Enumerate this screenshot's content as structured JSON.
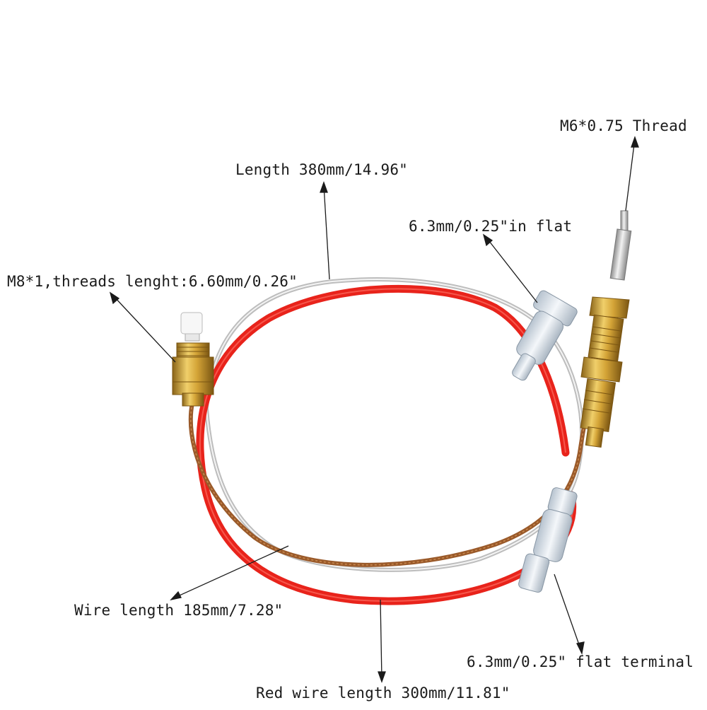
{
  "product_photo": {
    "subject": "thermocouple assembly",
    "labels": {
      "thread_tip": "M6*0.75 Thread",
      "length": "Length 380mm/14.96\"",
      "flat_in": "6.3mm/0.25\"in flat",
      "threads_m8": "M8*1,threads lenght:6.60mm/0.26\"",
      "wire_length": "Wire length 185mm/7.28\"",
      "flat_terminal": "6.3mm/0.25\" flat terminal",
      "red_wire_length": "Red wire length 300mm/11.81\""
    },
    "colors": {
      "background": "#ffffff",
      "red_wire": "#e8231b",
      "brown_wire": "#9a5a2a",
      "silver_tube": "#c9c9c9",
      "brass": "#d4a437",
      "terminal_sleeve": "#dfe6ee"
    }
  }
}
